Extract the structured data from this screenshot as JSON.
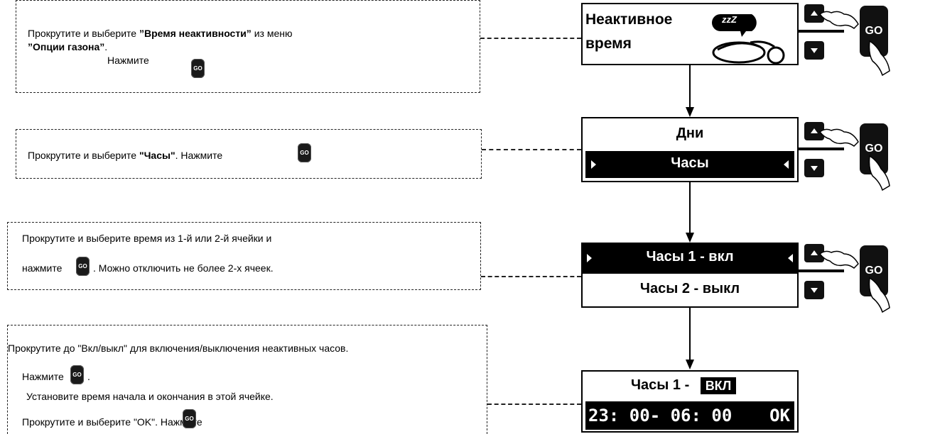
{
  "step1": {
    "line1_pre": "Прокрутите и выберите ",
    "line1_bold": "”Время неактивности”",
    "line1_post": "  из меню",
    "line2_bold": "”Опции газона”",
    "line2_post": ".",
    "line3": "Нажмите"
  },
  "step2": {
    "pre": "Прокрутите и выберите ",
    "bold": "\"Часы\"",
    "post": ". Нажмите"
  },
  "step3": {
    "line1": "Прокрутите и выберите время из 1-й или 2-й ячейки и",
    "line2_pre": "нажмите",
    "line2_post": ".    Можно отключить не более 2-х ячеек."
  },
  "step4": {
    "line1": "Прокрутите до \"Вкл/выкл\" для включения/выключения неактивных часов.",
    "line2": "Нажмите",
    "line2_post": ".",
    "line3": "Установите время начала и окончания в этой ячейке.",
    "line4": "Прокрутите и выберите \"OK\".  Нажмите"
  },
  "screen1": {
    "line1": "Неактивное",
    "line2": "время",
    "icon": "sleeping-mower-icon",
    "zzz": "zzZ"
  },
  "screen2": {
    "top": "Дни",
    "selected": "Часы"
  },
  "screen3": {
    "selected": "Часы 1 - вкл",
    "other": "Часы 2 - выкл"
  },
  "screen4": {
    "title_pre": "Часы 1 -",
    "title_hl": "ВКЛ",
    "time": "23: 00- 06: 00",
    "ok": "OK"
  },
  "go_label": "GO",
  "icons": {
    "up": "scroll-up-button-icon",
    "down": "scroll-down-button-icon",
    "hand": "pointing-hand-icon",
    "go": "go-button-icon"
  }
}
